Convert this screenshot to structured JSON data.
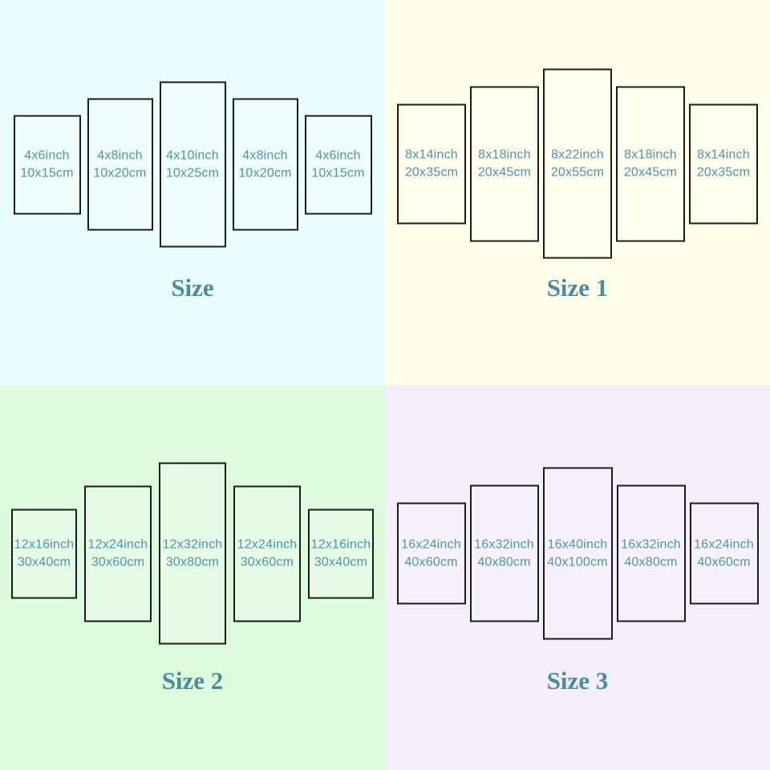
{
  "quadrants": [
    {
      "id": "size",
      "title": "Size",
      "background": "#eafdfd",
      "panels": [
        {
          "inch": "4x6inch",
          "cm": "10x15cm"
        },
        {
          "inch": "4x8inch",
          "cm": "10x20cm"
        },
        {
          "inch": "4x10inch",
          "cm": "10x25cm"
        },
        {
          "inch": "4x8inch",
          "cm": "10x20cm"
        },
        {
          "inch": "4x6inch",
          "cm": "10x15cm"
        }
      ]
    },
    {
      "id": "size-1",
      "title": "Size 1",
      "background": "#fffee9",
      "panels": [
        {
          "inch": "8x14inch",
          "cm": "20x35cm"
        },
        {
          "inch": "8x18inch",
          "cm": "20x45cm"
        },
        {
          "inch": "8x22inch",
          "cm": "20x55cm"
        },
        {
          "inch": "8x18inch",
          "cm": "20x45cm"
        },
        {
          "inch": "8x14inch",
          "cm": "20x35cm"
        }
      ]
    },
    {
      "id": "size-2",
      "title": "Size 2",
      "background": "#dcfadc",
      "panels": [
        {
          "inch": "12x16inch",
          "cm": "30x40cm"
        },
        {
          "inch": "12x24inch",
          "cm": "30x60cm"
        },
        {
          "inch": "12x32inch",
          "cm": "30x80cm"
        },
        {
          "inch": "12x24inch",
          "cm": "30x60cm"
        },
        {
          "inch": "12x16inch",
          "cm": "30x40cm"
        }
      ]
    },
    {
      "id": "size-3",
      "title": "Size 3",
      "background": "#f3eefa",
      "panels": [
        {
          "inch": "16x24inch",
          "cm": "40x60cm"
        },
        {
          "inch": "16x32inch",
          "cm": "40x80cm"
        },
        {
          "inch": "16x40inch",
          "cm": "40x100cm"
        },
        {
          "inch": "16x32inch",
          "cm": "40x80cm"
        },
        {
          "inch": "16x24inch",
          "cm": "40x60cm"
        }
      ]
    }
  ],
  "colors": {
    "panel_border": "#1b1b1b",
    "label_text": "#5093a9",
    "title_text": "#4c8c9c"
  }
}
